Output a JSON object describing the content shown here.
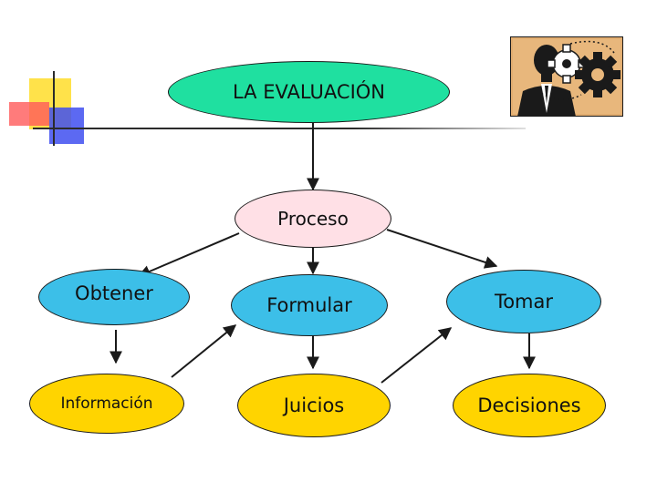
{
  "diagram": {
    "title": "LA EVALUACIÓN",
    "process": "Proceso",
    "steps": [
      {
        "label": "Obtener"
      },
      {
        "label": "Formular"
      },
      {
        "label": "Tomar"
      }
    ],
    "results": [
      {
        "label": "Información"
      },
      {
        "label": "Juicios"
      },
      {
        "label": "Decisiones"
      }
    ]
  },
  "colors": {
    "title_fill": "#1fe0a0",
    "process_fill": "#ffe0e6",
    "step_fill": "#3cbfe8",
    "result_fill": "#ffd400",
    "deco_yellow": "#ffe24a",
    "deco_red": "#ff5a5a",
    "deco_blue": "#3f4ff0",
    "deco_line": "#2b2b2b"
  },
  "icons": [
    "person-gears-clipart-icon"
  ]
}
